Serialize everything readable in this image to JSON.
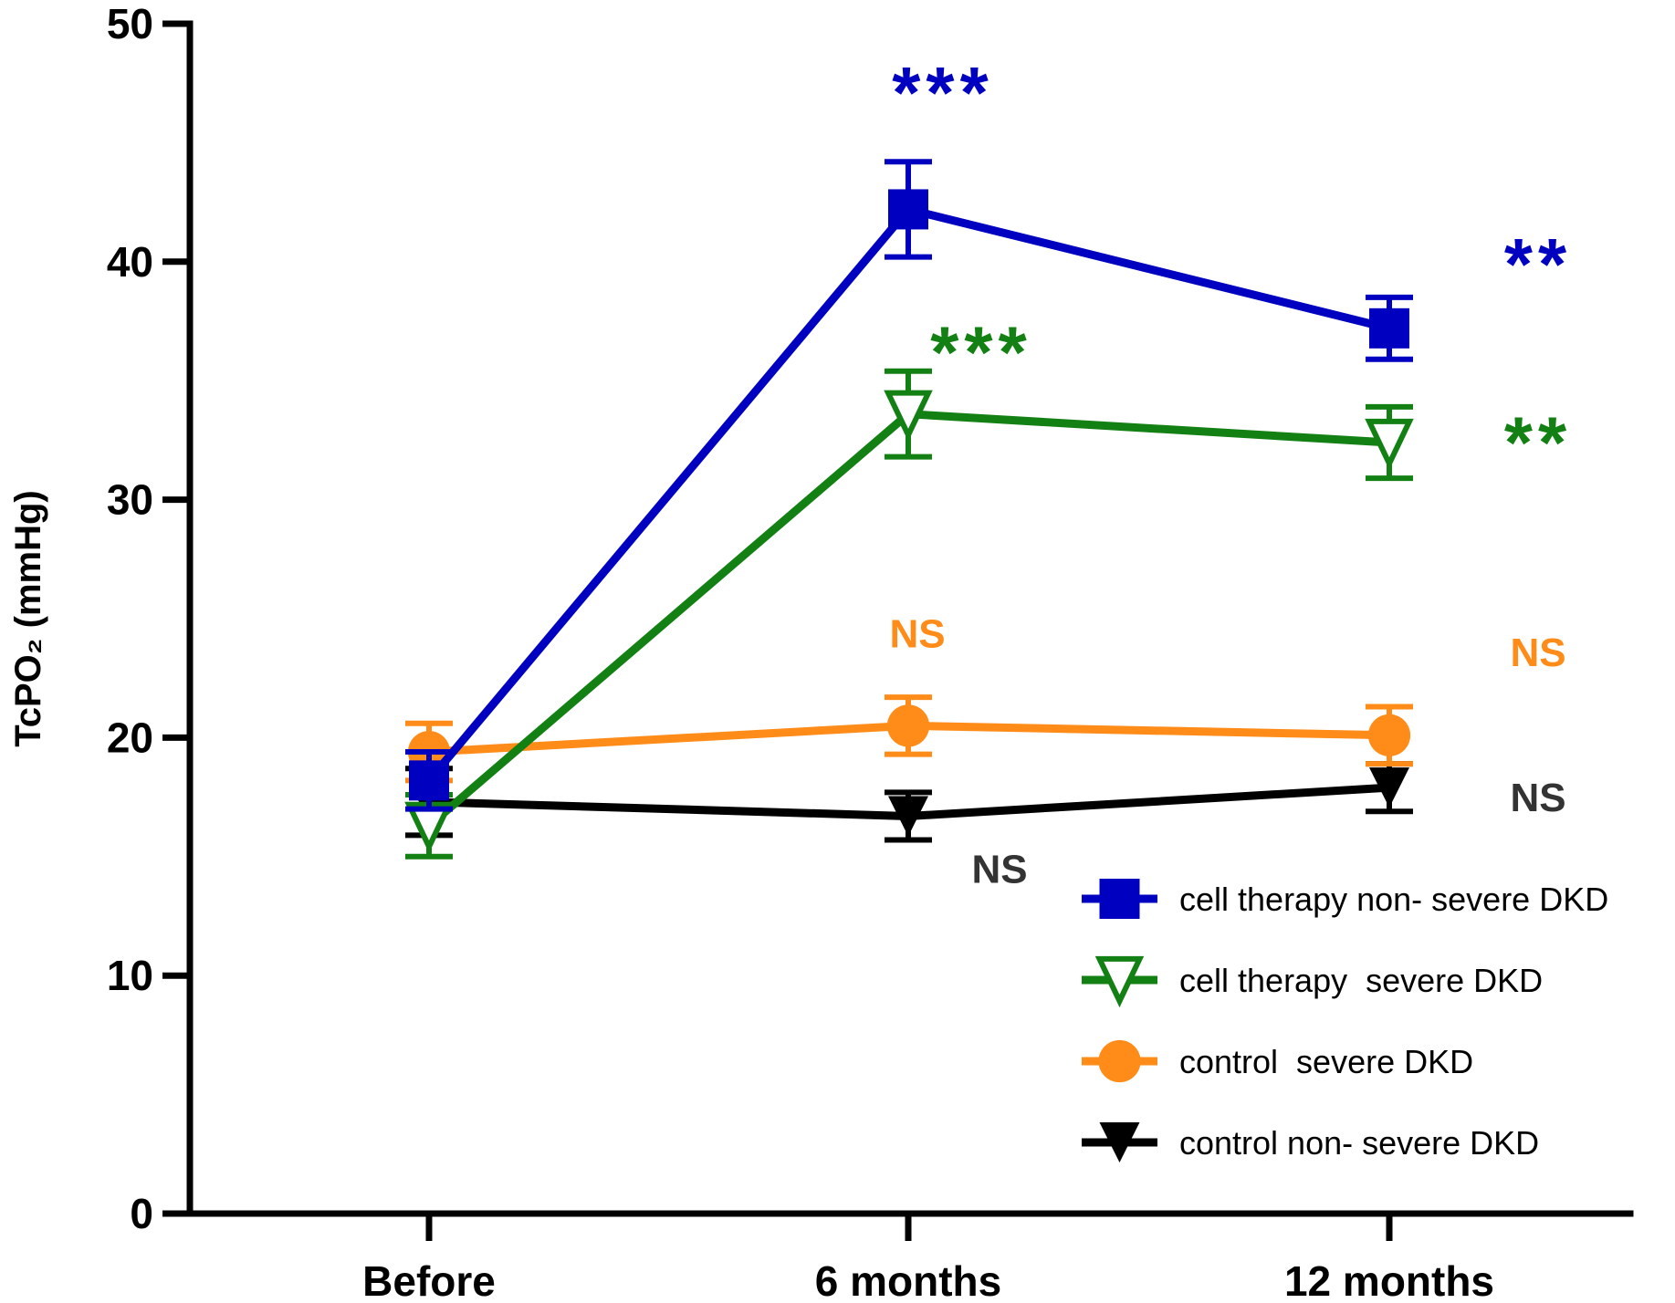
{
  "chart_data": {
    "type": "line",
    "title": "",
    "xlabel": "",
    "ylabel": "TcPO₂ (mmHg)",
    "categories": [
      "Before",
      "6 months",
      "12 months"
    ],
    "ylim": [
      0,
      50
    ],
    "yticks": [
      "0",
      "10",
      "20",
      "30",
      "40",
      "50"
    ],
    "grid": false,
    "legend_position": "bottom-right",
    "series": [
      {
        "name": "cell therapy non- severe DKD",
        "color": "#0000c0",
        "marker": "square-filled",
        "values": [
          18.2,
          42.2,
          37.2
        ],
        "errors": [
          1.2,
          2.0,
          1.3
        ]
      },
      {
        "name": "cell therapy  severe DKD",
        "color": "#138013",
        "marker": "triangle-down-open",
        "values": [
          16.3,
          33.6,
          32.4
        ],
        "errors": [
          1.3,
          1.8,
          1.5
        ]
      },
      {
        "name": "control  severe DKD",
        "color": "#ff8c19",
        "marker": "circle-filled",
        "values": [
          19.4,
          20.5,
          20.1
        ],
        "errors": [
          1.2,
          1.2,
          1.2
        ]
      },
      {
        "name": "control non- severe DKD",
        "color": "#000000",
        "marker": "triangle-down-filled",
        "values": [
          17.3,
          16.7,
          17.9
        ],
        "errors": [
          1.4,
          1.0,
          1.0
        ]
      }
    ],
    "annotations": [
      {
        "text": "***",
        "color": "#0000c0",
        "category": "6 months",
        "y": 47.5
      },
      {
        "text": "**",
        "color": "#0000c0",
        "category": "12 months",
        "y": 40.3
      },
      {
        "text": "***",
        "color": "#138013",
        "category": "6 months",
        "y": 36.6
      },
      {
        "text": "**",
        "color": "#138013",
        "category": "12 months",
        "y": 32.8
      },
      {
        "text": "NS",
        "color": "#ff8c19",
        "category": "6 months",
        "y": 23.8
      },
      {
        "text": "NS",
        "color": "#ff8c19",
        "category": "12 months",
        "y": 23.0
      },
      {
        "text": "NS",
        "color": "#333333",
        "category": "12 months",
        "y": 16.9
      },
      {
        "text": "NS",
        "color": "#333333",
        "category": "6 months",
        "y": 13.9
      }
    ]
  }
}
